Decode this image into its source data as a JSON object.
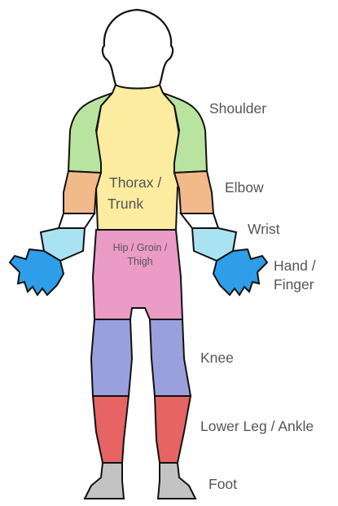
{
  "regions": [
    {
      "id": "shoulder",
      "label": "Shoulder",
      "color": "#b9e4a0"
    },
    {
      "id": "elbow",
      "label": "Elbow",
      "color": "#f2b98a"
    },
    {
      "id": "wrist",
      "label": "Wrist",
      "color": "#a9e3f2"
    },
    {
      "id": "hand",
      "label": "Hand /",
      "label2": "Finger",
      "color": "#2e9ee8"
    },
    {
      "id": "thorax",
      "label": "Thorax /",
      "label2": "Trunk",
      "color": "#fbeca0"
    },
    {
      "id": "hip",
      "label": "Hip / Groin /",
      "label2": "Thigh",
      "color": "#ea9bc6"
    },
    {
      "id": "knee",
      "label": "Knee",
      "color": "#9aa0dc"
    },
    {
      "id": "lowerleg",
      "label": "Lower Leg / Ankle",
      "color": "#e66464"
    },
    {
      "id": "foot",
      "label": "Foot",
      "color": "#c3c3c3"
    }
  ],
  "outline_color": "#111111"
}
